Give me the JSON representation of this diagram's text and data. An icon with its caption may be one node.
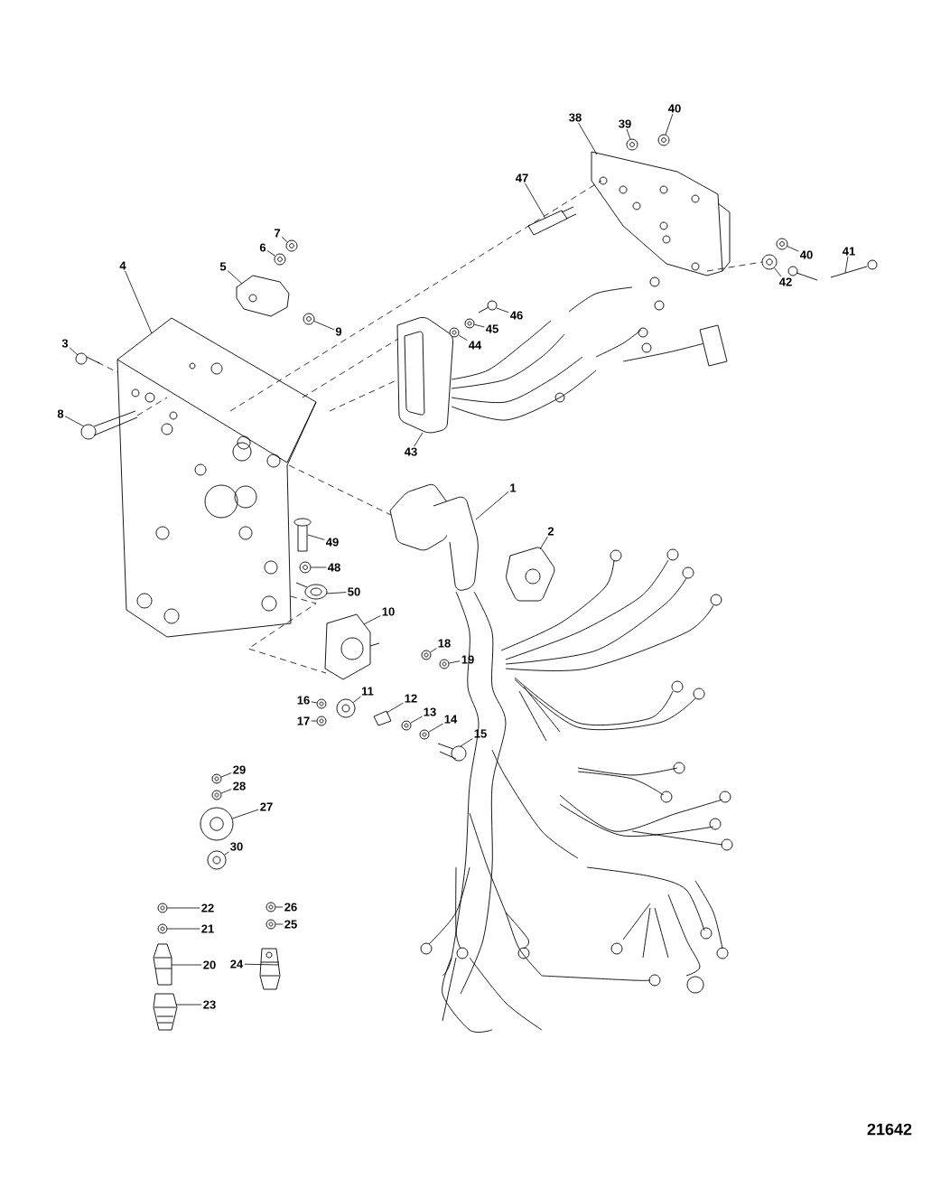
{
  "diagram": {
    "nodes": [
      {
        "text": [
          "38"
        ]
      },
      {
        "text": [
          "39"
        ]
      },
      {
        "text": [
          "40"
        ]
      },
      {
        "text": [
          "47"
        ]
      },
      {
        "text": [
          "40"
        ]
      },
      {
        "text": [
          "41"
        ]
      },
      {
        "text": [
          "7"
        ]
      },
      {
        "text": [
          "6"
        ]
      },
      {
        "text": [
          "42"
        ]
      },
      {
        "text": [
          "5"
        ]
      },
      {
        "text": [
          "4"
        ]
      },
      {
        "text": [
          "46"
        ]
      },
      {
        "text": [
          "9"
        ]
      },
      {
        "text": [
          "45"
        ]
      },
      {
        "text": [
          "3"
        ]
      },
      {
        "text": [
          "44"
        ]
      },
      {
        "text": [
          "8"
        ]
      },
      {
        "text": [
          "43"
        ]
      },
      {
        "text": [
          "1"
        ]
      },
      {
        "text": [
          "2"
        ]
      },
      {
        "text": [
          "49"
        ]
      },
      {
        "text": [
          "48"
        ]
      },
      {
        "text": [
          "50"
        ]
      },
      {
        "text": [
          "10"
        ]
      },
      {
        "text": [
          "18"
        ]
      },
      {
        "text": [
          "19"
        ]
      },
      {
        "text": [
          "11"
        ]
      },
      {
        "text": [
          "12"
        ]
      },
      {
        "text": [
          "16"
        ]
      },
      {
        "text": [
          "13"
        ]
      },
      {
        "text": [
          "17"
        ]
      },
      {
        "text": [
          "14"
        ]
      },
      {
        "text": [
          "15"
        ]
      },
      {
        "text": [
          "29"
        ]
      },
      {
        "text": [
          "28"
        ]
      },
      {
        "text": [
          "27"
        ]
      },
      {
        "text": [
          "30"
        ]
      },
      {
        "text": [
          "22"
        ]
      },
      {
        "text": [
          "26"
        ]
      },
      {
        "text": [
          "21"
        ]
      },
      {
        "text": [
          "25"
        ]
      },
      {
        "text": [
          "24"
        ]
      },
      {
        "text": [
          "20"
        ]
      },
      {
        "text": [
          "23"
        ]
      },
      {
        "text": [],
        "shape": "picture"
      },
      {
        "text": [],
        "shape": "picture"
      },
      {
        "text": [],
        "shape": "picture"
      },
      {
        "text": [],
        "shape": "picture"
      },
      {
        "text": [],
        "shape": "picture"
      },
      {
        "text": [],
        "shape": "picture"
      },
      {
        "text": [],
        "shape": "picture"
      },
      {
        "text": [],
        "shape": "picture"
      },
      {
        "text": [],
        "shape": "picture"
      },
      {
        "text": [],
        "shape": "picture"
      },
      {
        "text": [],
        "shape": "picture"
      },
      {
        "text": [],
        "shape": "picture"
      },
      {
        "text": [],
        "shape": "picture"
      },
      {
        "text": [],
        "shape": "picture"
      },
      {
        "text": [],
        "shape": "picture"
      },
      {
        "text": [],
        "shape": "picture"
      },
      {
        "text": [],
        "shape": "picture"
      },
      {
        "text": [],
        "shape": "picture"
      },
      {
        "text": [],
        "shape": "picture"
      },
      {
        "text": [],
        "shape": "picture"
      },
      {
        "text": [],
        "shape": "picture"
      },
      {
        "text": [],
        "shape": "picture"
      },
      {
        "text": [],
        "shape": "picture"
      },
      {
        "text": [],
        "shape": "picture"
      },
      {
        "text": [],
        "shape": "picture"
      },
      {
        "text": [],
        "shape": "picture"
      },
      {
        "text": [],
        "shape": "picture"
      },
      {
        "text": [],
        "shape": "picture"
      },
      {
        "text": [],
        "shape": "picture"
      },
      {
        "text": [],
        "shape": "picture"
      },
      {
        "text": [],
        "shape": "picture"
      },
      {
        "text": [],
        "shape": "picture"
      },
      {
        "text": [],
        "shape": "picture"
      },
      {
        "text": [],
        "shape": "picture"
      },
      {
        "text": [],
        "shape": "picture"
      },
      {
        "text": [],
        "shape": "picture"
      },
      {
        "text": [],
        "shape": "picture"
      },
      {
        "text": [],
        "shape": "picture"
      },
      {
        "text": [],
        "shape": "picture"
      },
      {
        "text": [],
        "shape": "picture"
      },
      {
        "text": [],
        "shape": "picture"
      },
      {
        "text": [],
        "shape": "picture"
      },
      {
        "text": [],
        "shape": "picture"
      },
      {
        "text": [],
        "shape": "picture"
      }
    ],
    "edges": [
      {
        "from": 0,
        "to": 44,
        "arrow": "none"
      },
      {
        "from": 1,
        "to": 45,
        "arrow": "none"
      },
      {
        "from": 2,
        "to": 46,
        "arrow": "none"
      },
      {
        "from": 3,
        "to": 47,
        "arrow": "none"
      },
      {
        "from": 4,
        "to": 48,
        "arrow": "none"
      },
      {
        "from": 5,
        "to": 49,
        "arrow": "none"
      },
      {
        "from": 6,
        "to": 50,
        "arrow": "none"
      },
      {
        "from": 7,
        "to": 51,
        "arrow": "none"
      },
      {
        "from": 8,
        "to": 52,
        "arrow": "none"
      },
      {
        "from": 9,
        "to": 53,
        "arrow": "none"
      },
      {
        "from": 10,
        "to": 54,
        "arrow": "none"
      },
      {
        "from": 11,
        "to": 55,
        "arrow": "none"
      },
      {
        "from": 12,
        "to": 56,
        "arrow": "none"
      },
      {
        "from": 13,
        "to": 57,
        "arrow": "none"
      },
      {
        "from": 14,
        "to": 58,
        "arrow": "none"
      },
      {
        "from": 15,
        "to": 59,
        "arrow": "none"
      },
      {
        "from": 16,
        "to": 60,
        "arrow": "none"
      },
      {
        "from": 17,
        "to": 61,
        "arrow": "none"
      },
      {
        "from": 18,
        "to": 62,
        "arrow": "none"
      },
      {
        "from": 19,
        "to": 63,
        "arrow": "none"
      },
      {
        "from": 20,
        "to": 64,
        "arrow": "none"
      },
      {
        "from": 21,
        "to": 65,
        "arrow": "none"
      },
      {
        "from": 22,
        "to": 66,
        "arrow": "none"
      },
      {
        "from": 23,
        "to": 67,
        "arrow": "none"
      },
      {
        "from": 24,
        "to": 68,
        "arrow": "none"
      },
      {
        "from": 25,
        "to": 69,
        "arrow": "none"
      },
      {
        "from": 26,
        "to": 70,
        "arrow": "none"
      },
      {
        "from": 27,
        "to": 71,
        "arrow": "none"
      },
      {
        "from": 28,
        "to": 72,
        "arrow": "none"
      },
      {
        "from": 29,
        "to": 73,
        "arrow": "none"
      },
      {
        "from": 30,
        "to": 74,
        "arrow": "none"
      },
      {
        "from": 31,
        "to": 75,
        "arrow": "none"
      },
      {
        "from": 32,
        "to": 76,
        "arrow": "none"
      },
      {
        "from": 33,
        "to": 77,
        "arrow": "none"
      },
      {
        "from": 34,
        "to": 78,
        "arrow": "none"
      },
      {
        "from": 35,
        "to": 79,
        "arrow": "none"
      },
      {
        "from": 36,
        "to": 80,
        "arrow": "none"
      },
      {
        "from": 37,
        "to": 81,
        "arrow": "none"
      },
      {
        "from": 38,
        "to": 82,
        "arrow": "none"
      },
      {
        "from": 39,
        "to": 83,
        "arrow": "none"
      },
      {
        "from": 40,
        "to": 84,
        "arrow": "none"
      },
      {
        "from": 41,
        "to": 85,
        "arrow": "none"
      },
      {
        "from": 42,
        "to": 86,
        "arrow": "none"
      },
      {
        "from": 43,
        "to": 87,
        "arrow": "none"
      },
      {
        "from": 54,
        "to": 44,
        "arrow": "none",
        "style": "dashed"
      },
      {
        "from": 54,
        "to": 61,
        "arrow": "none",
        "style": "dashed"
      },
      {
        "from": 54,
        "to": 61,
        "arrow": "none",
        "style": "dashed"
      },
      {
        "from": 58,
        "to": 54,
        "arrow": "none",
        "style": "dashed"
      },
      {
        "from": 60,
        "to": 54,
        "arrow": "none",
        "style": "dashed"
      },
      {
        "from": 54,
        "to": 62,
        "arrow": "none",
        "style": "dashed"
      },
      {
        "from": 54,
        "to": 67,
        "arrow": "none",
        "style": "dashed"
      },
      {
        "from": 44,
        "to": 52,
        "arrow": "none",
        "style": "dashed"
      }
    ],
    "labels": [
      "21642"
    ]
  }
}
